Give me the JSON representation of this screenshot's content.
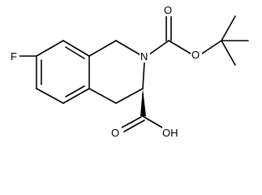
{
  "molecule": {
    "atom_labels": {
      "fluorine": "F",
      "ring_nitrogen": "N",
      "ester_oxygen_carbonyl": "O",
      "ester_oxygen_ether": "O",
      "acid_carbonyl_oxygen": "O",
      "acid_hydroxyl": "OH"
    },
    "colors": {
      "bond": "#000000",
      "label": "#000000",
      "background": "#ffffff"
    }
  }
}
